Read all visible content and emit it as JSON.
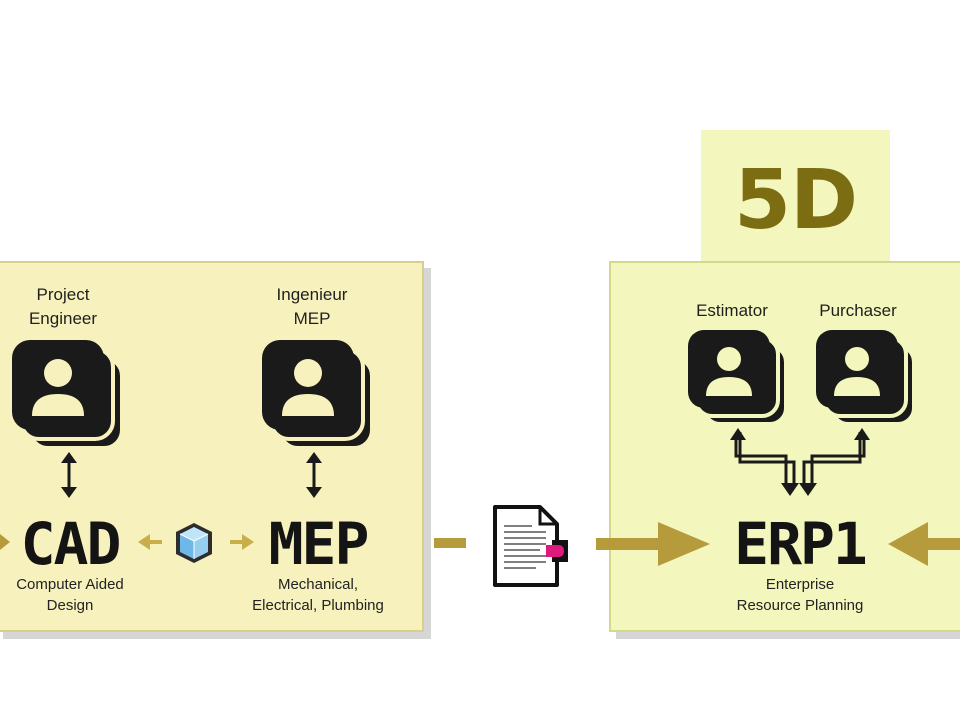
{
  "stage_label": "5D",
  "left_panel": {
    "roles": [
      {
        "line1": "Project",
        "line2": "Engineer"
      },
      {
        "line1": "Ingenieur",
        "line2": "MEP"
      }
    ],
    "systems": [
      {
        "title": "CAD",
        "sub1": "Computer Aided",
        "sub2": "Design"
      },
      {
        "title": "MEP",
        "sub1": "Mechanical,",
        "sub2": "Electrical, Plumbing"
      }
    ]
  },
  "right_panel": {
    "roles": [
      {
        "line1": "Estimator"
      },
      {
        "line1": "Purchaser"
      }
    ],
    "system": {
      "title": "ERP1",
      "sub1": "Enterprise",
      "sub2": "Resource Planning"
    }
  },
  "colors": {
    "left_panel_fill": "#f7f2bd",
    "right_panel_fill": "#f4f7bd",
    "arrow_gold": "#bfa33f",
    "stage_label_color": "#7d6d12",
    "document_tab": "#e0197d",
    "model_cube": "#7fc3ea"
  },
  "icons": [
    "user-stack-icon",
    "model-cube-icon",
    "document-icon"
  ]
}
